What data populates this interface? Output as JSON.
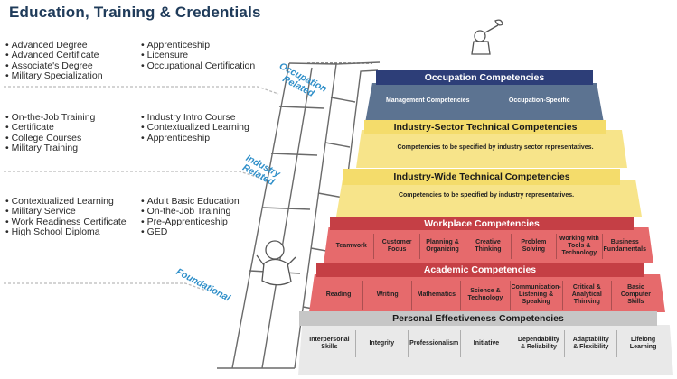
{
  "title": "Education, Training & Credentials",
  "colors": {
    "occupation": "#2d3e78",
    "occupation_body": "#5c7391",
    "industry": "#f4dc6b",
    "industry_body": "#f7e48a",
    "workplace": "#c53f45",
    "workplace_body": "#e66a6c",
    "personal": "#c6c6c6",
    "personal_body": "#e9e9e9",
    "label_blue": "#2f8fc9"
  },
  "lists": {
    "top_left": [
      "Advanced Degree",
      "Advanced Certificate",
      "Associate's Degree",
      "Military Specialization"
    ],
    "top_right": [
      "Apprenticeship",
      "Licensure",
      "Occupational Certification"
    ],
    "mid_left": [
      "On-the-Job Training",
      "Certificate",
      "College Courses",
      "Military Training"
    ],
    "mid_right": [
      "Industry Intro Course",
      "Contextualized Learning",
      "Apprenticeship"
    ],
    "low_left": [
      "Contextualized Learning",
      "Military Service",
      "Work Readiness Certificate",
      "High School Diploma"
    ],
    "low_right": [
      "Adult Basic Education",
      "On-the-Job Training",
      "Pre-Apprenticeship",
      "GED"
    ]
  },
  "ladder_labels": {
    "occupation": [
      "Occupation",
      "Related"
    ],
    "industry": [
      "Industry",
      "Related"
    ],
    "foundational": "Foundational"
  },
  "tiers": {
    "occupation": {
      "header": "Occupation Competencies",
      "cells": [
        "Management Competencies",
        "Occupation-Specific"
      ]
    },
    "industry_sector": {
      "header": "Industry-Sector Technical Competencies",
      "note": "Competencies to be specified by industry sector representatives."
    },
    "industry_wide": {
      "header": "Industry-Wide Technical Competencies",
      "note": "Competencies to be specified by industry representatives."
    },
    "workplace": {
      "header": "Workplace Competencies",
      "cells": [
        [
          "Teamwork"
        ],
        [
          "Customer",
          "Focus"
        ],
        [
          "Planning &",
          "Organizing"
        ],
        [
          "Creative",
          "Thinking"
        ],
        [
          "Problem",
          "Solving"
        ],
        [
          "Working with",
          "Tools & Technology"
        ],
        [
          "Business",
          "Fundamentals"
        ]
      ]
    },
    "academic": {
      "header": "Academic Competencies",
      "cells": [
        [
          "Reading"
        ],
        [
          "Writing"
        ],
        [
          "Mathematics"
        ],
        [
          "Science &",
          "Technology"
        ],
        [
          "Communication-",
          "Listening &",
          "Speaking"
        ],
        [
          "Critical &",
          "Analytical",
          "Thinking"
        ],
        [
          "Basic",
          "Computer",
          "Skills"
        ]
      ]
    },
    "personal": {
      "header": "Personal Effectiveness Competencies",
      "cells": [
        [
          "Interpersonal",
          "Skills"
        ],
        [
          "Integrity"
        ],
        [
          "Professionalism"
        ],
        [
          "Initiative"
        ],
        [
          "Dependability",
          "& Reliability"
        ],
        [
          "Adaptability",
          "& Flexibility"
        ],
        [
          "Lifelong",
          "Learning"
        ]
      ]
    }
  }
}
